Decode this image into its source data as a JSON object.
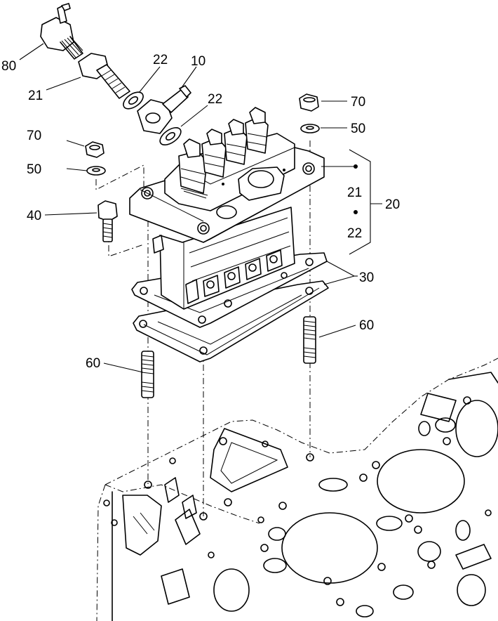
{
  "diagram": {
    "callouts": {
      "c80": "80",
      "c21a": "21",
      "c22a": "22",
      "c10": "10",
      "c22b": "22",
      "c70a": "70",
      "c50a": "50",
      "c70b": "70",
      "c50b": "50",
      "c40": "40",
      "c20": "20",
      "c21b": "21",
      "c22c": "22",
      "c30": "30",
      "c60a": "60",
      "c60b": "60"
    }
  }
}
